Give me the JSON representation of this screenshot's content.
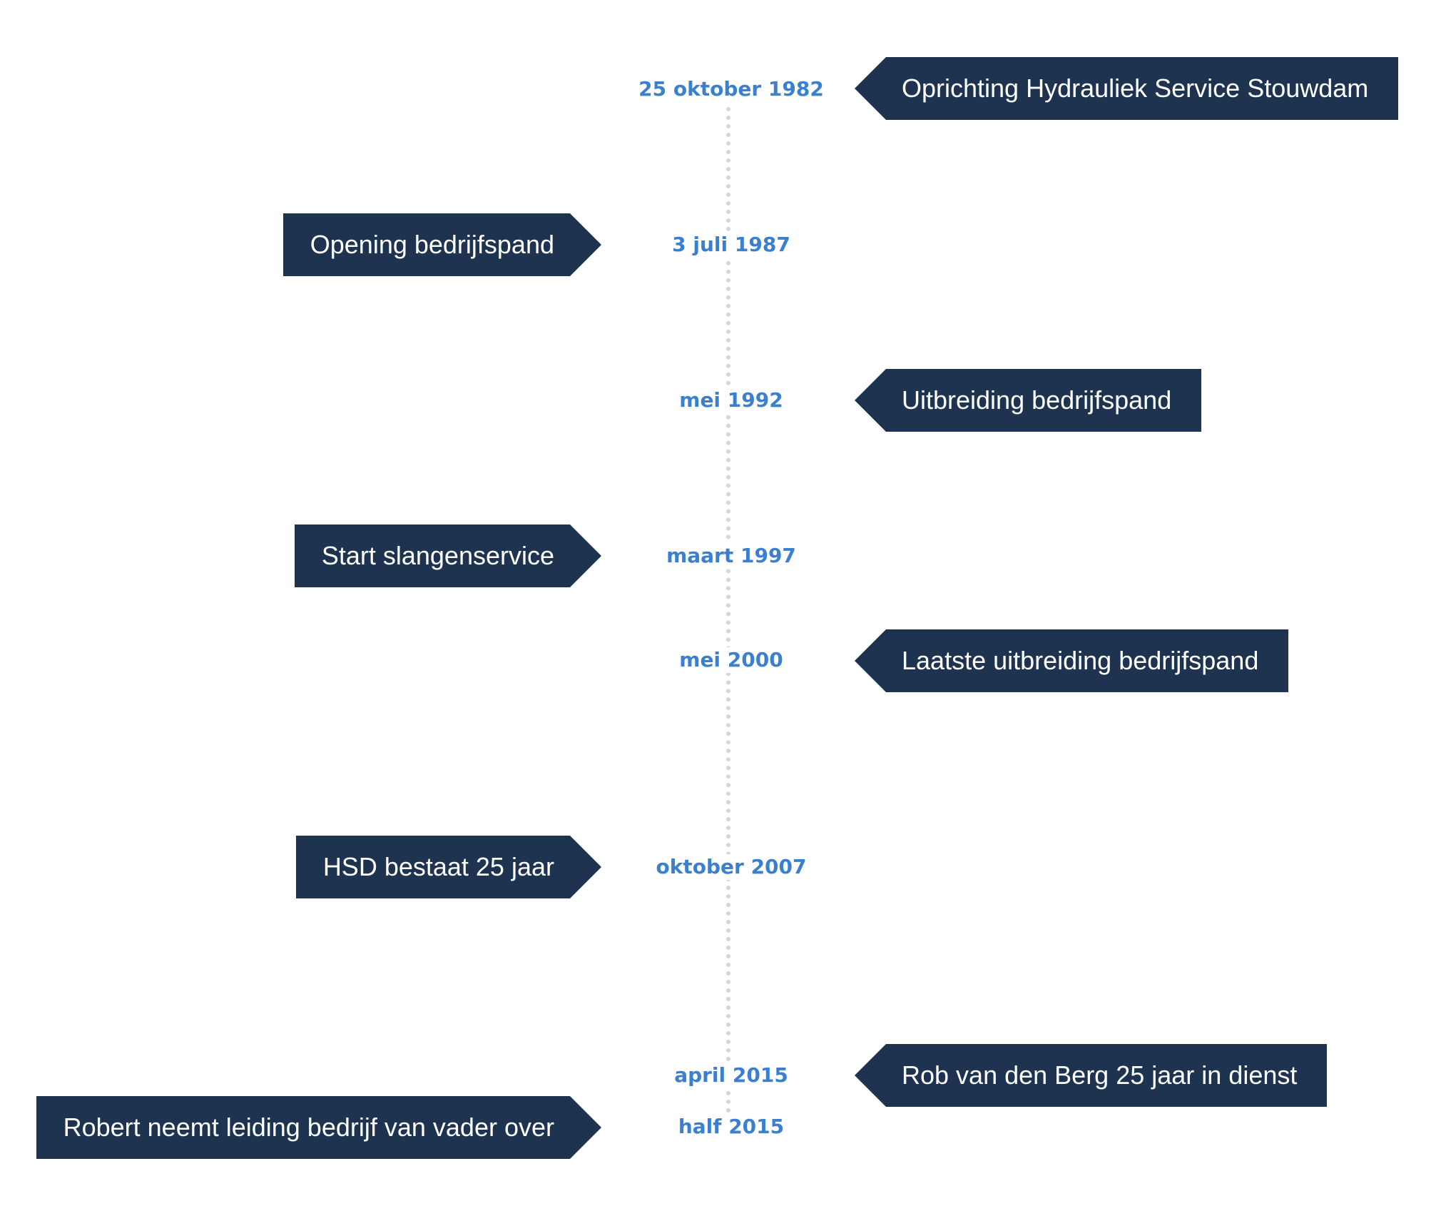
{
  "events": [
    {
      "date": "25 oktober 1982",
      "label": "Oprichting Hydrauliek Service Stouwdam",
      "side": "right"
    },
    {
      "date": "3 juli 1987",
      "label": "Opening bedrijfspand",
      "side": "left"
    },
    {
      "date": "mei 1992",
      "label": "Uitbreiding bedrijfspand",
      "side": "right"
    },
    {
      "date": "maart 1997",
      "label": "Start slangenservice",
      "side": "left"
    },
    {
      "date": "mei 2000",
      "label": "Laatste uitbreiding bedrijfspand",
      "side": "right"
    },
    {
      "date": "oktober 2007",
      "label": "HSD bestaat 25 jaar",
      "side": "left"
    },
    {
      "date": "april 2015",
      "label": "Rob van den Berg 25 jaar in dienst",
      "side": "right"
    },
    {
      "date": "half 2015",
      "label": "Robert neemt leiding bedrijf van vader over",
      "side": "left"
    }
  ],
  "colors": {
    "box": "#1e3350",
    "date": "#3a7fd0",
    "axis": "#d6d6d6"
  }
}
